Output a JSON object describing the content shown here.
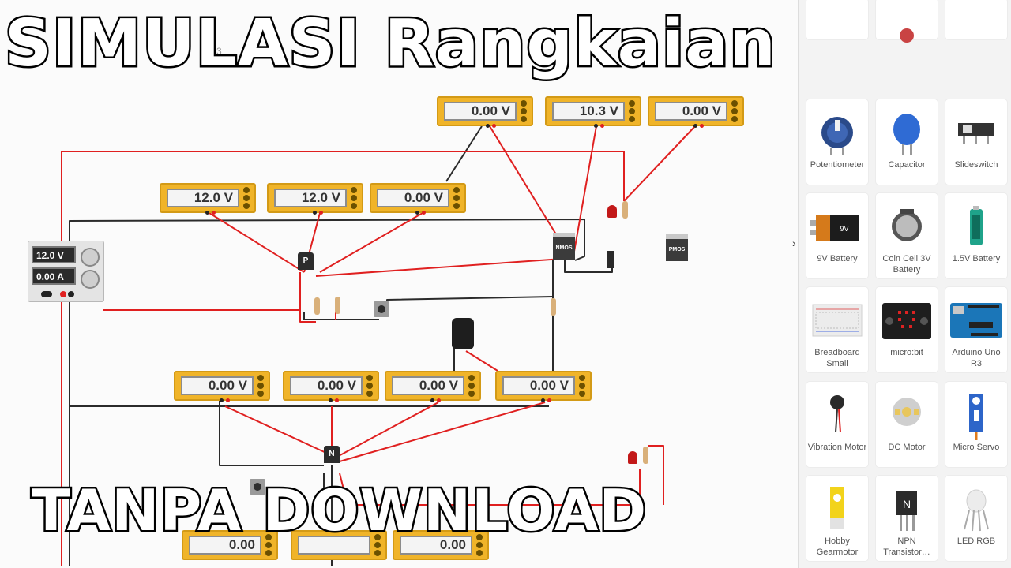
{
  "title_top": "SIMULASI Rangkaian",
  "title_bottom": "TANPA DOWNLOAD",
  "url_fragment": "ti        03",
  "power_supply": {
    "voltage": "12.0 V",
    "current": "0.00 A"
  },
  "meters": {
    "top_1": "0.00 V",
    "top_2": "10.3 V",
    "top_3": "0.00 V",
    "mid_1": "12.0 V",
    "mid_2": "12.0 V",
    "mid_3": "0.00 V",
    "low_1": "0.00 V",
    "low_2": "0.00 V",
    "low_3": "0.00 V",
    "low_4": "0.00 V",
    "bottom_1": "0.00",
    "bottom_3": "0.00"
  },
  "transistors": {
    "pnp": "P",
    "npn": "N",
    "nmos": "NMOS",
    "pmos": "PMOS"
  },
  "components": [
    {
      "label": "Potentiometer",
      "icon": "potentiometer-icon"
    },
    {
      "label": "Capacitor",
      "icon": "capacitor-icon"
    },
    {
      "label": "Slideswitch",
      "icon": "slideswitch-icon"
    },
    {
      "label": "9V Battery",
      "icon": "battery-9v-icon",
      "printed": "9V"
    },
    {
      "label": "Coin Cell 3V Battery",
      "icon": "coin-cell-icon"
    },
    {
      "label": "1.5V Battery",
      "icon": "battery-aa-icon"
    },
    {
      "label": "Breadboard Small",
      "icon": "breadboard-icon"
    },
    {
      "label": "micro:bit",
      "icon": "microbit-icon"
    },
    {
      "label": "Arduino Uno R3",
      "icon": "arduino-icon"
    },
    {
      "label": "Vibration Motor",
      "icon": "vibration-motor-icon"
    },
    {
      "label": "DC Motor",
      "icon": "dc-motor-icon"
    },
    {
      "label": "Micro Servo",
      "icon": "micro-servo-icon"
    },
    {
      "label": "Hobby Gearmotor",
      "icon": "gearmotor-icon"
    },
    {
      "label": "NPN Transistor…",
      "icon": "npn-transistor-icon",
      "printed": "N"
    },
    {
      "label": "LED RGB",
      "icon": "led-rgb-icon"
    }
  ],
  "colors": {
    "meter": "#f0b429",
    "wire_red": "#e02020",
    "wire_black": "#2b2b2b",
    "panel": "#f3f3f3"
  }
}
